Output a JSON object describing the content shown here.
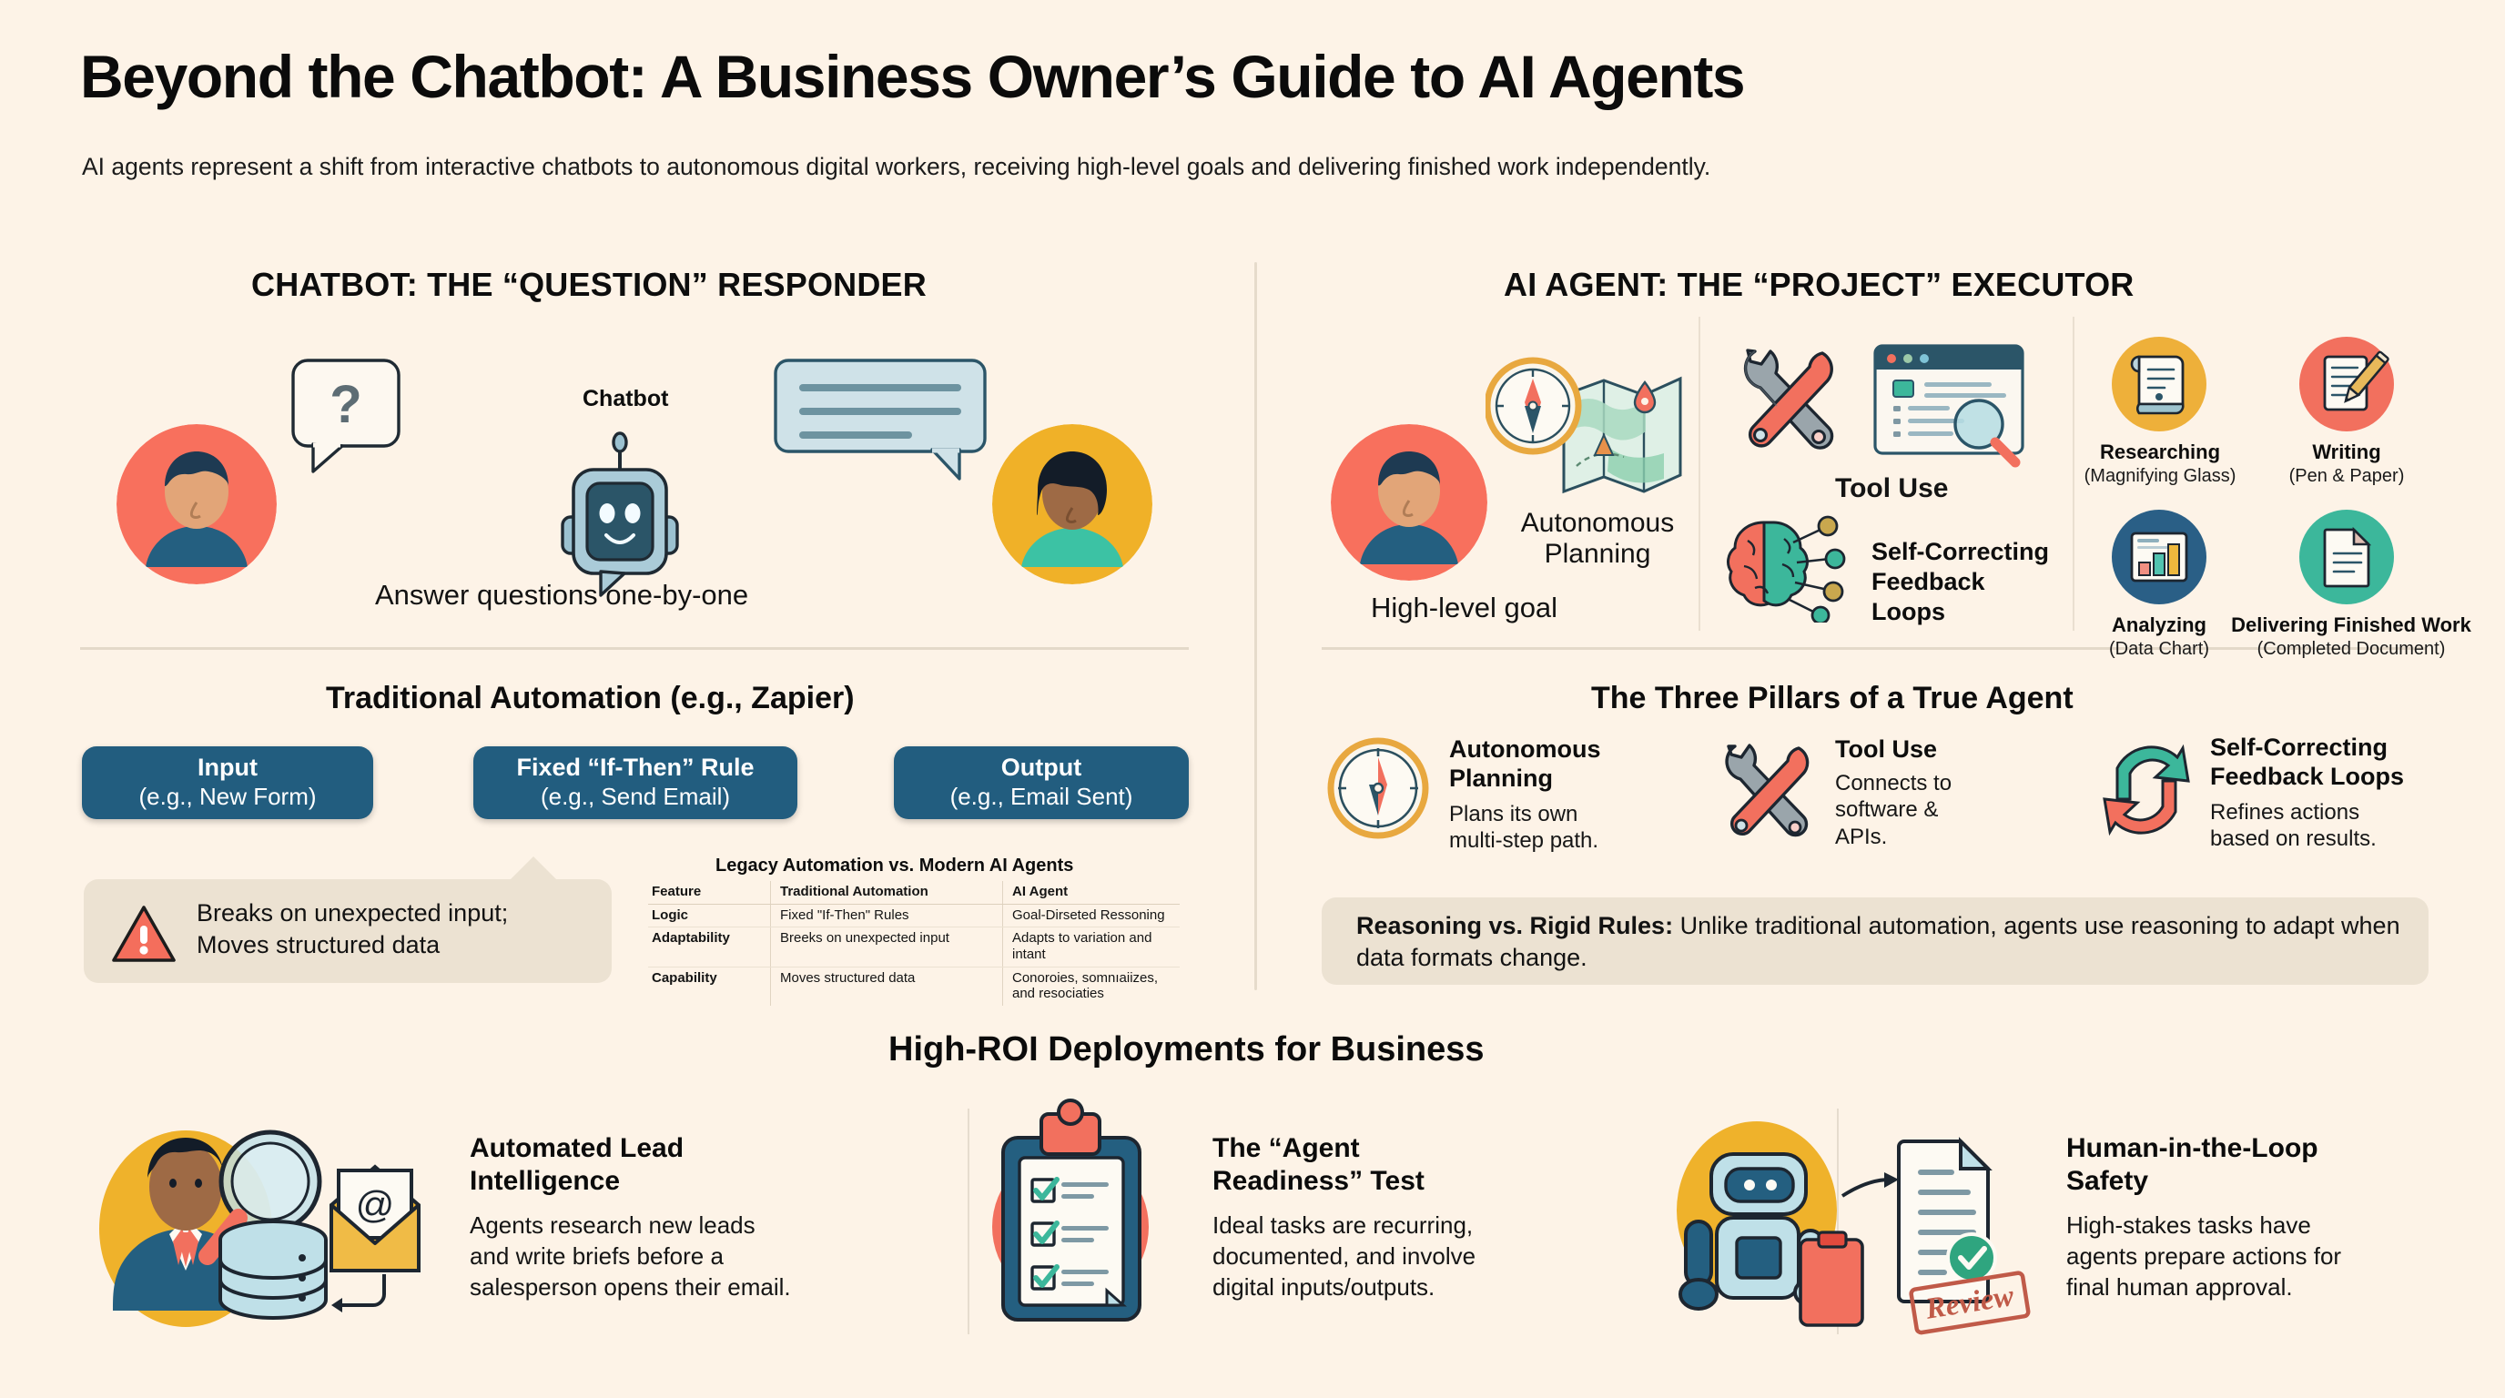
{
  "header": {
    "title": "Beyond the Chatbot: A Business Owner’s Guide to AI Agents",
    "subtitle": "AI agents represent a shift from interactive chatbots to autonomous digital workers, receiving high-level goals and delivering finished work independently."
  },
  "left_panel": {
    "heading": "CHATBOT: THE “QUESTION” RESPONDER",
    "bot_label": "Chatbot",
    "question_glyph": "?",
    "caption": "Answer questions one-by-one",
    "automation": {
      "heading": "Traditional Automation (e.g., Zapier)",
      "steps": [
        {
          "title": "Input",
          "subtitle": "(e.g., New Form)"
        },
        {
          "title": "Fixed “If-Then” Rule",
          "subtitle": "(e.g., Send Email)"
        },
        {
          "title": "Output",
          "subtitle": "(e.g., Email Sent)"
        }
      ],
      "warning_line1": "Breaks on unexpected input;",
      "warning_line2": "Moves structured data",
      "warning_icon": "warning-triangle-icon"
    },
    "comparison_table": {
      "title": "Legacy Automation vs. Modern AI Agents",
      "columns": [
        "Feature",
        "Traditional Automation",
        "AI Agent"
      ],
      "rows": [
        [
          "Logic",
          "Fixed \"If-Then\" Rules",
          "Goal-Dirseted Ressoning"
        ],
        [
          "Adaptability",
          "Breeks on unexpected input",
          "Adapts to variation and intant"
        ],
        [
          "Capability",
          "Moves structured data",
          "Conoroies, somnıaiizes, and resociaties"
        ]
      ]
    }
  },
  "right_panel": {
    "heading": "AI AGENT: THE “PROJECT” EXECUTOR",
    "goal_caption": "High-level goal",
    "planning_label_line1": "Autonomous",
    "planning_label_line2": "Planning",
    "tool_use_label": "Tool Use",
    "feedback_label_line1": "Self-Correcting",
    "feedback_label_line2": "Feedback",
    "feedback_label_line3": "Loops",
    "capabilities": [
      {
        "name": "Researching",
        "detail": "(Magnifying Glass)",
        "icon": "scroll-document-icon",
        "color": "#eeb03a"
      },
      {
        "name": "Writing",
        "detail": "(Pen & Paper)",
        "icon": "pen-paper-icon",
        "color": "#f2705e"
      },
      {
        "name": "Analyzing",
        "detail": "(Data Chart)",
        "icon": "bar-chart-icon",
        "color": "#2a5f86"
      },
      {
        "name": "Delivering Finished Work",
        "detail": "(Completed Document)",
        "icon": "document-icon",
        "color": "#3cb79b"
      }
    ],
    "pillars": {
      "heading": "The Three Pillars of a True Agent",
      "items": [
        {
          "title": "Autonomous\nPlanning",
          "body": "Plans its own\nmulti-step path.",
          "icon": "compass-icon"
        },
        {
          "title": "Tool Use",
          "body": "Connects to\nsoftware &\nAPIs.",
          "icon": "wrench-screwdriver-icon"
        },
        {
          "title": "Self-Correcting\nFeedback Loops",
          "body": "Refines actions\nbased on results.",
          "icon": "refresh-loop-icon"
        }
      ]
    },
    "reasoning_note": {
      "bold": "Reasoning vs. Rigid Rules:",
      "text": " Unlike traditional automation, agents use reasoning to adapt when data formats change."
    }
  },
  "bottom": {
    "heading": "High-ROI Deployments for Business",
    "cards": [
      {
        "title": "Automated Lead\nIntelligence",
        "body": "Agents research new leads\nand write briefs before a\nsalesperson opens their email.",
        "icon": "lead-research-icon"
      },
      {
        "title": "The “Agent\nReadiness” Test",
        "body": "Ideal tasks are recurring,\ndocumented, and involve\ndigital inputs/outputs.",
        "icon": "checklist-clipboard-icon"
      },
      {
        "title": "Human-in-the-Loop\nSafety",
        "body": "High-stakes tasks have\nagents prepare actions for\nfinal human approval.",
        "icon": "robot-review-icon",
        "stamp": "Review"
      }
    ]
  },
  "colors": {
    "background": "#fdf3e7",
    "flow_box": "#225d7f",
    "callout": "#ece2d2",
    "red_accent": "#f2705e",
    "yellow_accent": "#eeb03a",
    "teal_accent": "#3cb79b",
    "navy_accent": "#26516e"
  }
}
